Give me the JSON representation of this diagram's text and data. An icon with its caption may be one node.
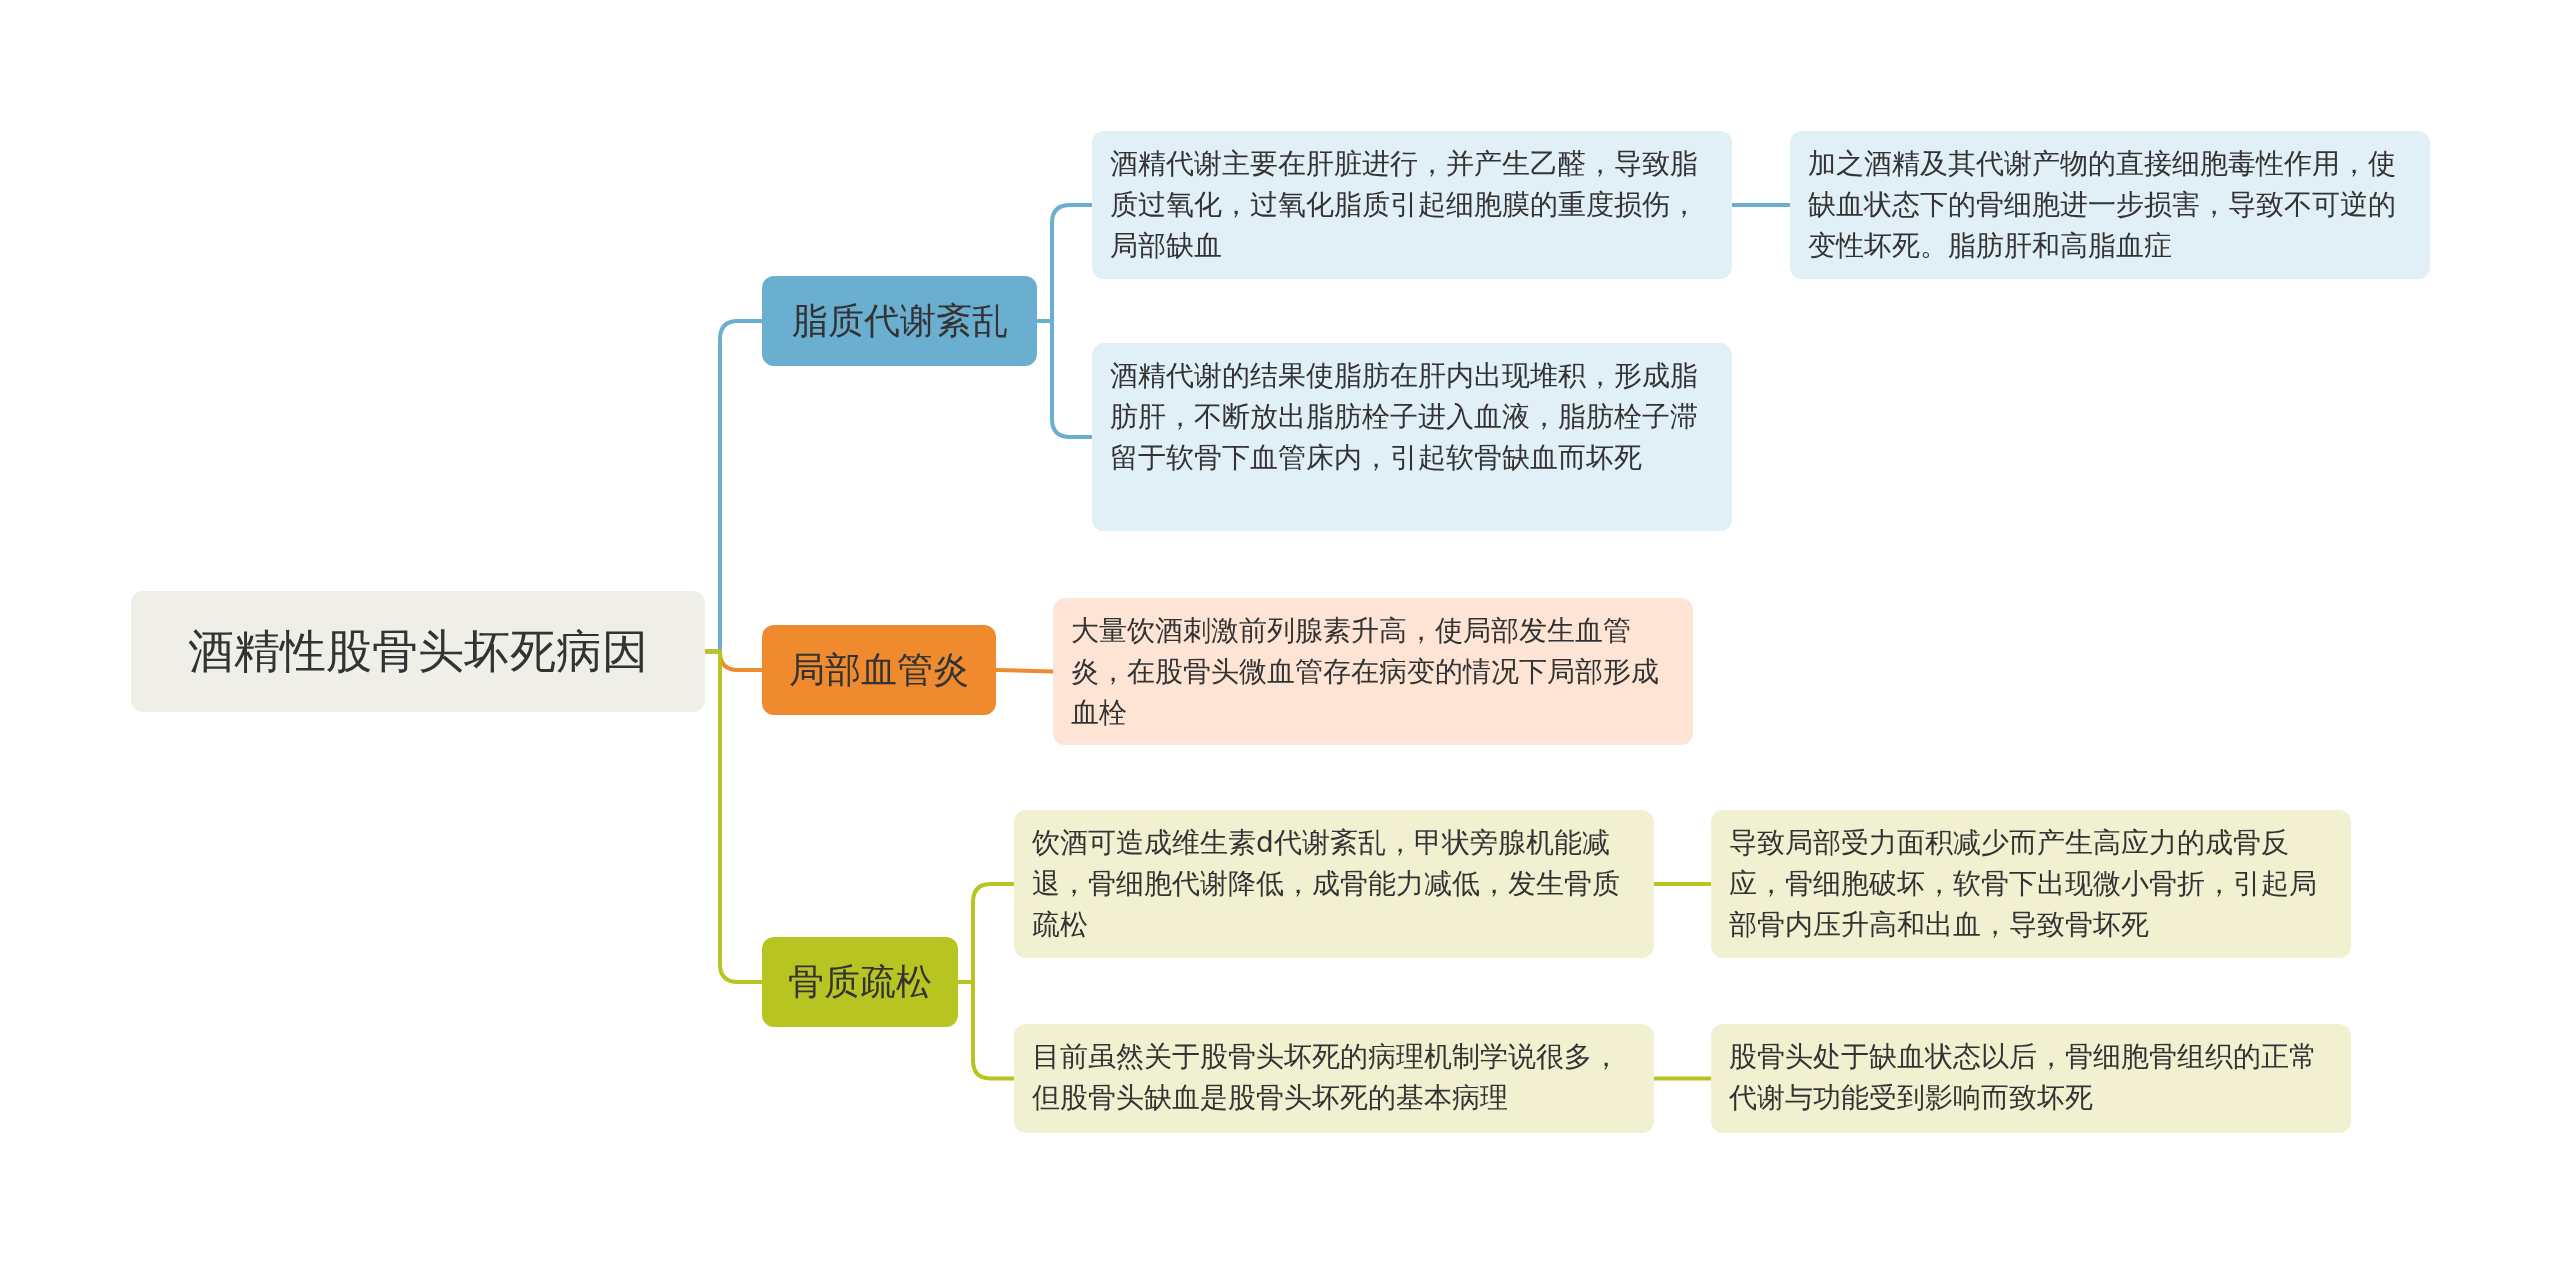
{
  "diagram": {
    "nodes": [
      {
        "text": [
          "酒精性股骨头坏死病因"
        ]
      },
      {
        "text": [
          "脂质代谢紊乱"
        ]
      },
      {
        "text": [
          "酒精代谢主要在肝脏进行，并产生乙醛，导致脂质过氧化，过氧化脂质引起细胞膜的重度损伤，局部缺血"
        ]
      },
      {
        "text": [
          "加之酒精及其代谢产物的直接细胞毒性作用，使缺血状态下的骨细胞进一步损害，导致不可逆的变性坏死。脂肪肝和高脂血症"
        ]
      },
      {
        "text": [
          "酒精代谢的结果使脂肪在肝内出现堆积，形成脂肪肝，不断放出脂肪栓子进入血液，脂肪栓子滞留于软骨下血管床内，引起软骨缺血而坏死"
        ]
      },
      {
        "text": [
          "局部血管炎"
        ]
      },
      {
        "text": [
          "大量饮酒刺激前列腺素升高，使局部发生血管炎，在股骨头微血管存在病变的情况下局部形成血栓"
        ]
      },
      {
        "text": [
          "骨质疏松"
        ]
      },
      {
        "text": [
          "饮酒可造成维生素d代谢紊乱，甲状旁腺机能减退，骨细胞代谢降低，成骨能力减低，发生骨质疏松"
        ]
      },
      {
        "text": [
          "导致局部受力面积减少而产生高应力的成骨反应，骨细胞破坏，软骨下出现微小骨折，引起局部骨内压升高和出血，导致骨坏死"
        ]
      },
      {
        "text": [
          "目前虽然关于股骨头坏死的病理机制学说很多，但股骨头缺血是股骨头坏死的基本病理"
        ]
      },
      {
        "text": [
          "股骨头处于缺血状态以后，骨细胞骨组织的正常代谢与功能受到影响而致坏死"
        ]
      }
    ],
    "edges": [
      {
        "from": 0,
        "to": 1,
        "arrow": "none",
        "color": "#6aaed0"
      },
      {
        "from": 1,
        "to": 2,
        "arrow": "none",
        "color": "#6aaed0"
      },
      {
        "from": 2,
        "to": 3,
        "arrow": "none",
        "color": "#6aaed0"
      },
      {
        "from": 1,
        "to": 4,
        "arrow": "none",
        "color": "#6aaed0"
      },
      {
        "from": 0,
        "to": 5,
        "arrow": "none",
        "color": "#f08a2e"
      },
      {
        "from": 5,
        "to": 6,
        "arrow": "none",
        "color": "#f08a2e"
      },
      {
        "from": 0,
        "to": 7,
        "arrow": "none"
      },
      {
        "from": 7,
        "to": 8,
        "arrow": "none"
      },
      {
        "from": 8,
        "to": 9,
        "arrow": "none"
      },
      {
        "from": 7,
        "to": 10,
        "arrow": "none"
      },
      {
        "from": 10,
        "to": 11,
        "arrow": "none"
      }
    ]
  }
}
